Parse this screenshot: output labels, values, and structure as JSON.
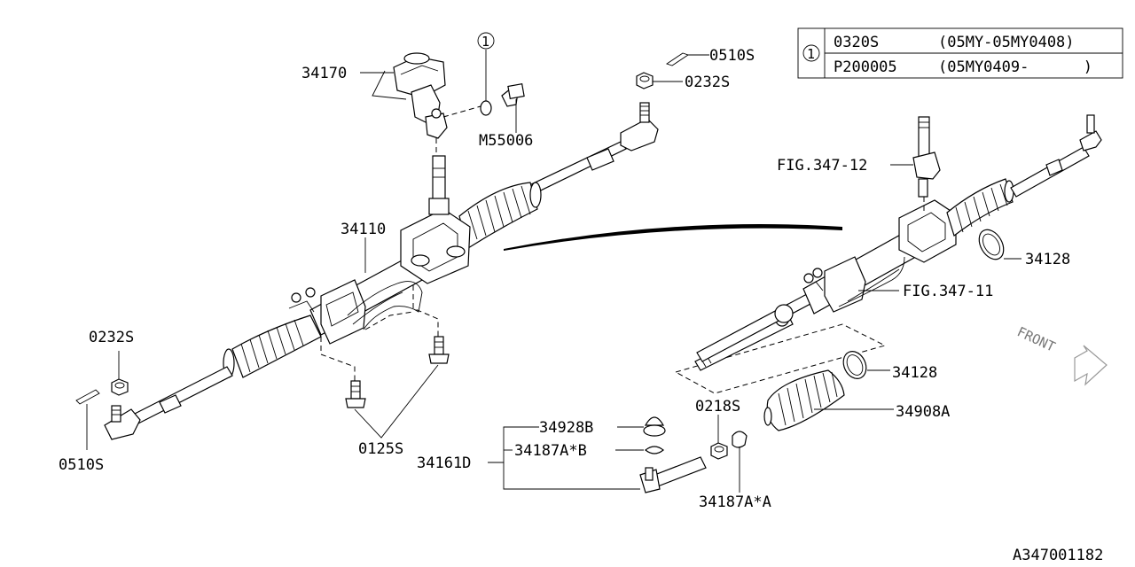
{
  "labels": {
    "p34170": "34170",
    "circle1_top": "1",
    "m55006": "M55006",
    "p0510s_top": "0510S",
    "p0232s_top": "0232S",
    "p34110": "34110",
    "p0232s_left": "0232S",
    "p0510s_left": "0510S",
    "p0125s": "0125S",
    "p34161d": "34161D",
    "p34928b": "34928B",
    "p34187ab": "34187A*B",
    "p0218s": "0218S",
    "p34187aa": "34187A*A",
    "fig347_12": "FIG.347-12",
    "fig347_11": "FIG.347-11",
    "p34128_right": "34128",
    "p34128_low": "34128",
    "p34908a": "34908A",
    "front": "FRONT",
    "ref": "A347001182"
  },
  "table": {
    "circle": "1",
    "rows": [
      {
        "part": "0320S",
        "range": "(05MY-05MY0408)"
      },
      {
        "part": "P200005",
        "range": "(05MY0409-      )"
      }
    ]
  }
}
